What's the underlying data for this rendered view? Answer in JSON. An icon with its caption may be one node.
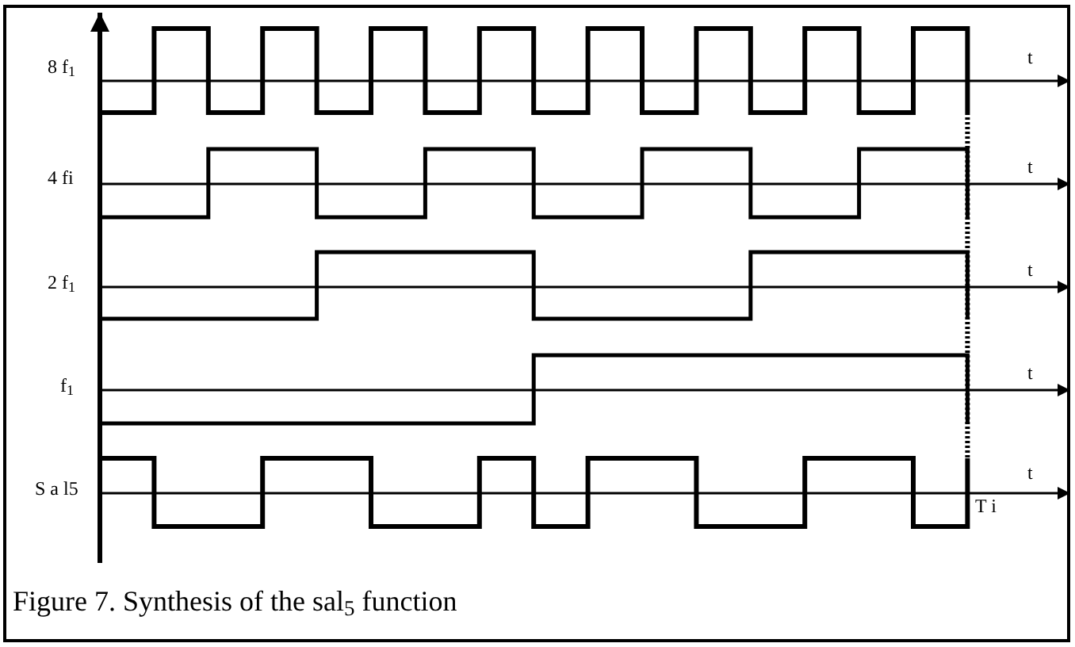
{
  "diagram": {
    "caption": "Figure 7. Synthesis of the sal$_{5}$ function",
    "labels": [
      "8 f$_{1}$",
      "t",
      "4 fi",
      "t",
      "2 f$_{1}$",
      "t",
      "f$_{1}$",
      "t",
      "S a l5",
      "t",
      "T i"
    ]
  }
}
